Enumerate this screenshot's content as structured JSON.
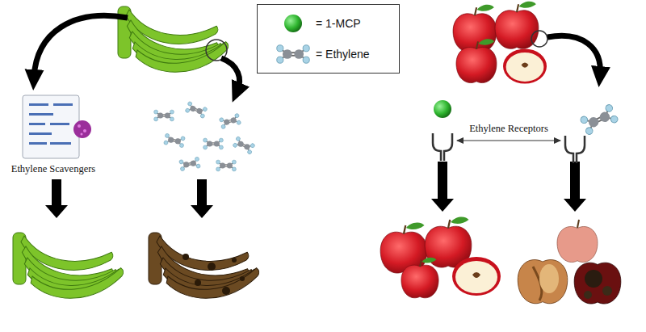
{
  "diagram": {
    "labels": [
      "Ethylene Scavengers",
      "Ethylene Receptors"
    ],
    "legend": [
      {
        "text": "= 1-MCP"
      },
      {
        "text": "= Ethylene"
      }
    ]
  }
}
